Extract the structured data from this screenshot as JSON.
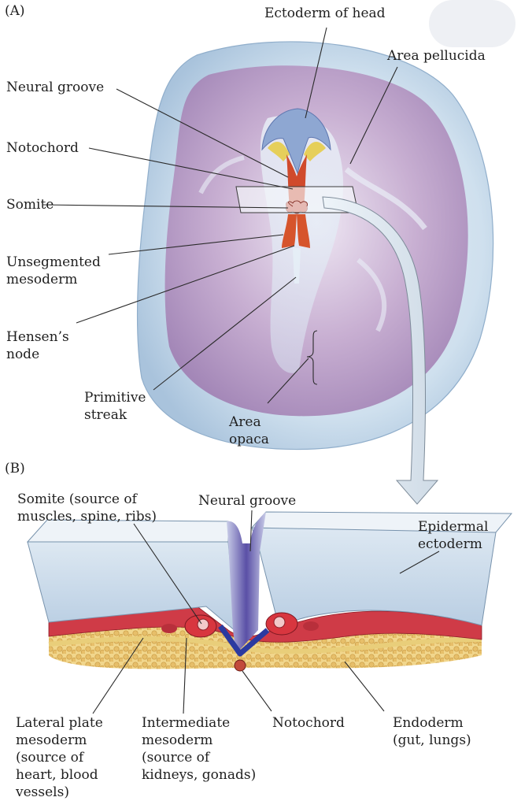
{
  "panels": {
    "a": "(A)",
    "b": "(B)"
  },
  "labels_a": {
    "ectoderm_of_head": "Ectoderm of head",
    "area_pellucida": "Area pellucida",
    "neural_groove": "Neural groove",
    "notochord": "Notochord",
    "somite": "Somite",
    "unsegmented_mesoderm": "Unsegmented\nmesoderm",
    "hensens_node": "Hensen’s\nnode",
    "primitive_streak": "Primitive\nstreak",
    "area_opaca": "Area\nopaca"
  },
  "labels_b": {
    "somite": "Somite (source of\nmuscles, spine, ribs)",
    "neural_groove": "Neural groove",
    "epidermal_ectoderm": "Epidermal\nectoderm",
    "lateral_plate_mesoderm": "Lateral plate\nmesoderm\n(source of\nheart, blood\nvessels)",
    "intermediate_mesoderm": "Intermediate\nmesoderm\n(source of\nkidneys, gonads)",
    "notochord": "Notochord",
    "endoderm": "Endoderm\n(gut, lungs)"
  },
  "colors": {
    "embryo_blue": "#c8dcec",
    "area_pellucida_purple": "#a88ab8",
    "notochord_red": "#d2492a",
    "ectoderm_blue": "#9fb2d6",
    "mesoderm_red": "#cc3a46",
    "endoderm_yellow": "#f0d98a",
    "neural_groove_purple": "#6a62b0"
  }
}
